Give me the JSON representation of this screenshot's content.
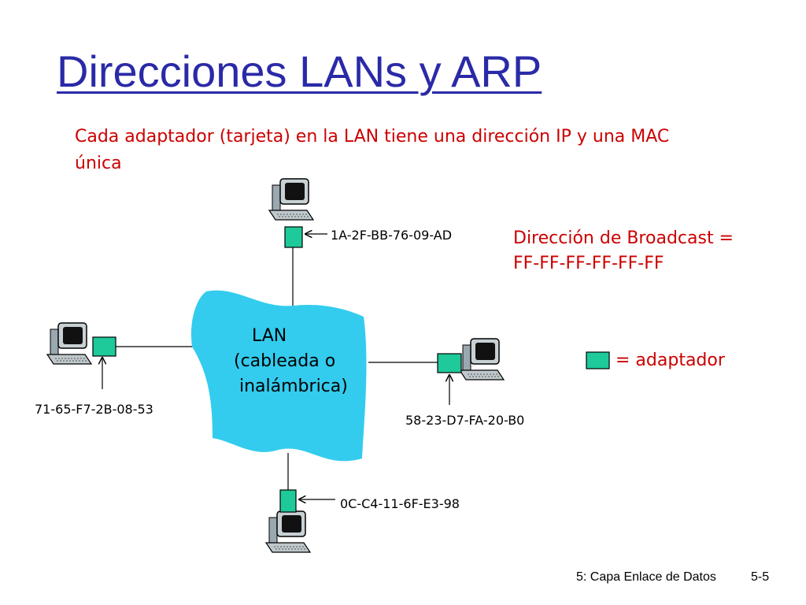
{
  "slide": {
    "title": "Direcciones LANs y ARP",
    "intro": "Cada adaptador (tarjeta) en la LAN tiene una dirección IP y una MAC única",
    "broadcast_line1": "Dirección de Broadcast =",
    "broadcast_line2": "FF-FF-FF-FF-FF-FF"
  },
  "lan": {
    "line1": "LAN",
    "line2": "(cableada o",
    "line3": "inalámbrica)",
    "color": "#33ccee"
  },
  "nodes": [
    {
      "id": "top",
      "mac": "1A-2F-BB-76-09-AD"
    },
    {
      "id": "left",
      "mac": "71-65-F7-2B-08-53"
    },
    {
      "id": "right",
      "mac": "58-23-D7-FA-20-B0"
    },
    {
      "id": "bottom",
      "mac": "0C-C4-11-6F-E3-98"
    }
  ],
  "legend": {
    "label": "= adaptador",
    "adapter_color": "#1ec99a"
  },
  "footer": {
    "chapter": "5: Capa Enlace de Datos",
    "page": "5-5"
  },
  "colors": {
    "title": "#2a2aa8",
    "text_red": "#cc0000"
  }
}
